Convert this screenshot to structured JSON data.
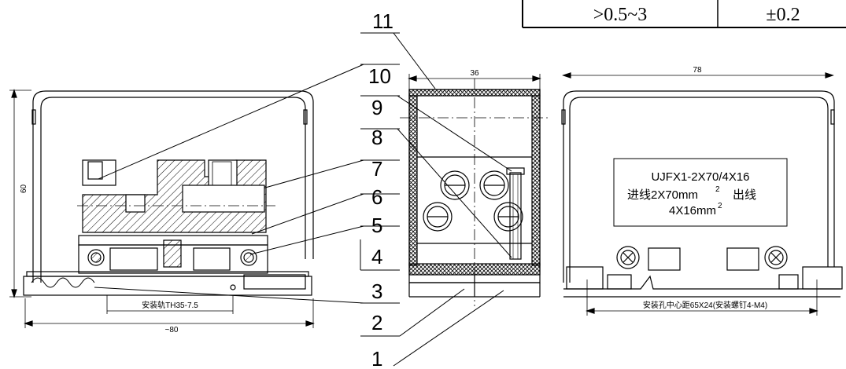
{
  "tolerance_table": {
    "range": ">0.5~3",
    "tolerance": "±0.2"
  },
  "callouts": [
    "11",
    "10",
    "9",
    "8",
    "7",
    "6",
    "5",
    "4",
    "3",
    "2",
    "1"
  ],
  "left_view": {
    "height_dim": "60",
    "rail_label": "安装轨TH35-7.5",
    "width_dim": "~80"
  },
  "middle_view": {
    "width_dim": "36"
  },
  "right_view": {
    "width_dim": "78",
    "nameplate_line1": "UJFX1-2X70/4X16",
    "nameplate_line2a": "进线2X70mm",
    "nameplate_line2_sup": "2",
    "nameplate_line2b": "出线",
    "nameplate_line3": "4X16mm",
    "nameplate_line3_sup": "2",
    "mount_label": "安装孔中心距65X24(安装螺钉4-M4)"
  },
  "colors": {
    "line": "#000000",
    "background": "#ffffff"
  }
}
